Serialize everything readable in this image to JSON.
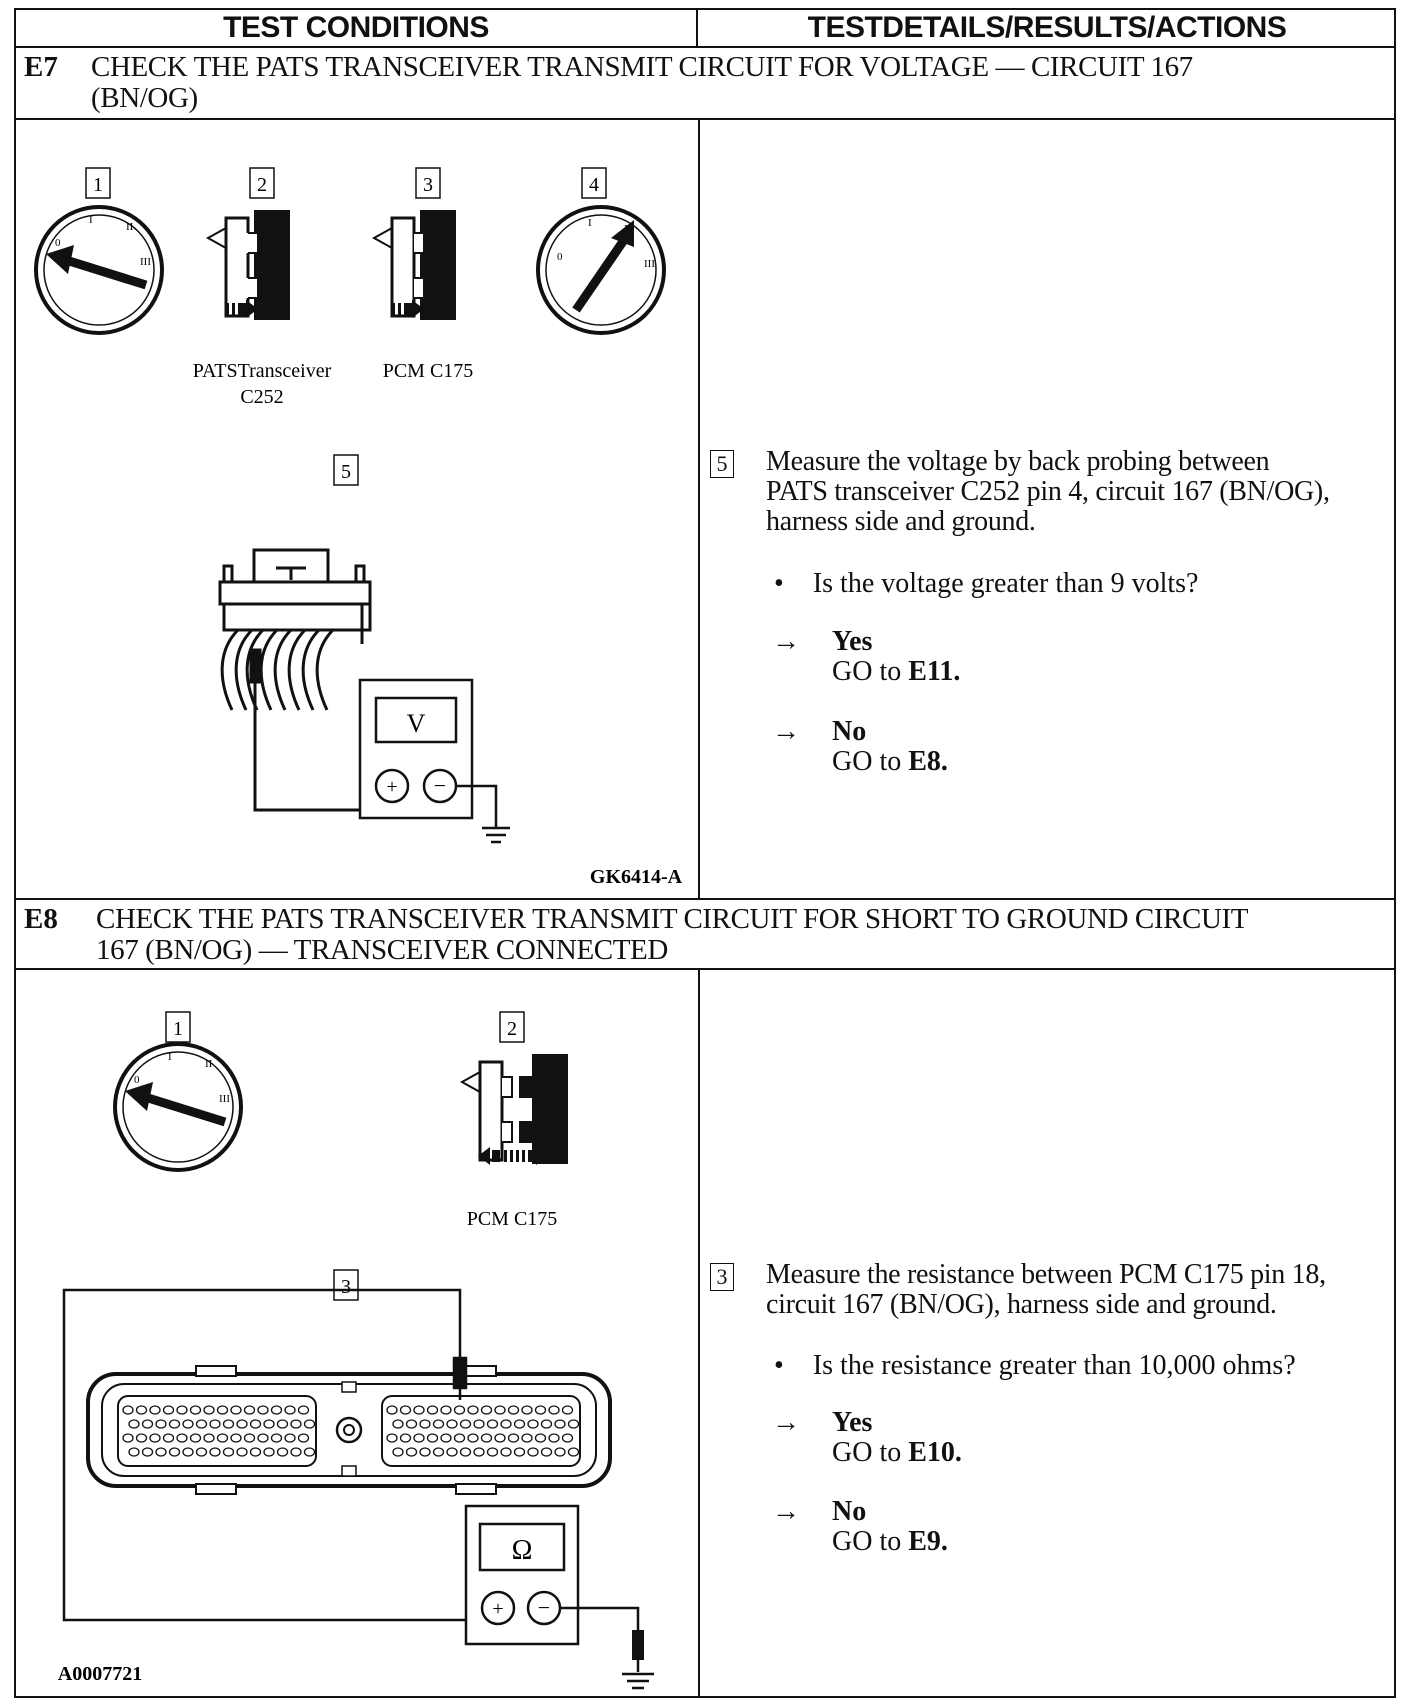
{
  "header": {
    "left": "TEST CONDITIONS",
    "right": "TESTDETAILS/RESULTS/ACTIONS"
  },
  "steps": [
    {
      "id": "E7",
      "title_line1": "CHECK THE PATS TRANSCEIVER TRANSMIT CIRCUIT FOR VOLTAGE — CIRCUIT 167",
      "title_line2": "(BN/OG)",
      "callouts": [
        "1",
        "2",
        "3",
        "4",
        "5"
      ],
      "captions": {
        "pats_line1": "PATSTransceiver",
        "pats_line2": "C252",
        "pcm": "PCM C175"
      },
      "meter_symbol": "V",
      "figure_ref": "GK6414-A",
      "instruction_callout": "5",
      "instruction_lines": [
        "Measure the voltage by back probing between",
        "PATS transceiver C252 pin 4, circuit 167 (BN/OG),",
        "harness side and ground."
      ],
      "question": "Is the voltage greater than 9 volts?",
      "answers": [
        {
          "arrow": "→",
          "label": "Yes",
          "go_text": "GO to",
          "go_target": "E11."
        },
        {
          "arrow": "→",
          "label": "No",
          "go_text": "GO to",
          "go_target": "E8."
        }
      ]
    },
    {
      "id": "E8",
      "title_line1": "CHECK THE PATS TRANSCEIVER TRANSMIT CIRCUIT FOR SHORT TO GROUND CIRCUIT",
      "title_line2": "167 (BN/OG) — TRANSCEIVER CONNECTED",
      "callouts": [
        "1",
        "2",
        "3"
      ],
      "captions": {
        "pcm": "PCM C175"
      },
      "meter_symbol": "Ω",
      "figure_ref": "A0007721",
      "instruction_callout": "3",
      "instruction_lines": [
        "Measure the resistance between PCM C175 pin 18,",
        "circuit 167 (BN/OG), harness side and ground."
      ],
      "question": "Is the resistance greater than 10,000 ohms?",
      "answers": [
        {
          "arrow": "→",
          "label": "Yes",
          "go_text": "GO to",
          "go_target": "E10."
        },
        {
          "arrow": "→",
          "label": "No",
          "go_text": "GO to",
          "go_target": "E9."
        }
      ]
    }
  ]
}
